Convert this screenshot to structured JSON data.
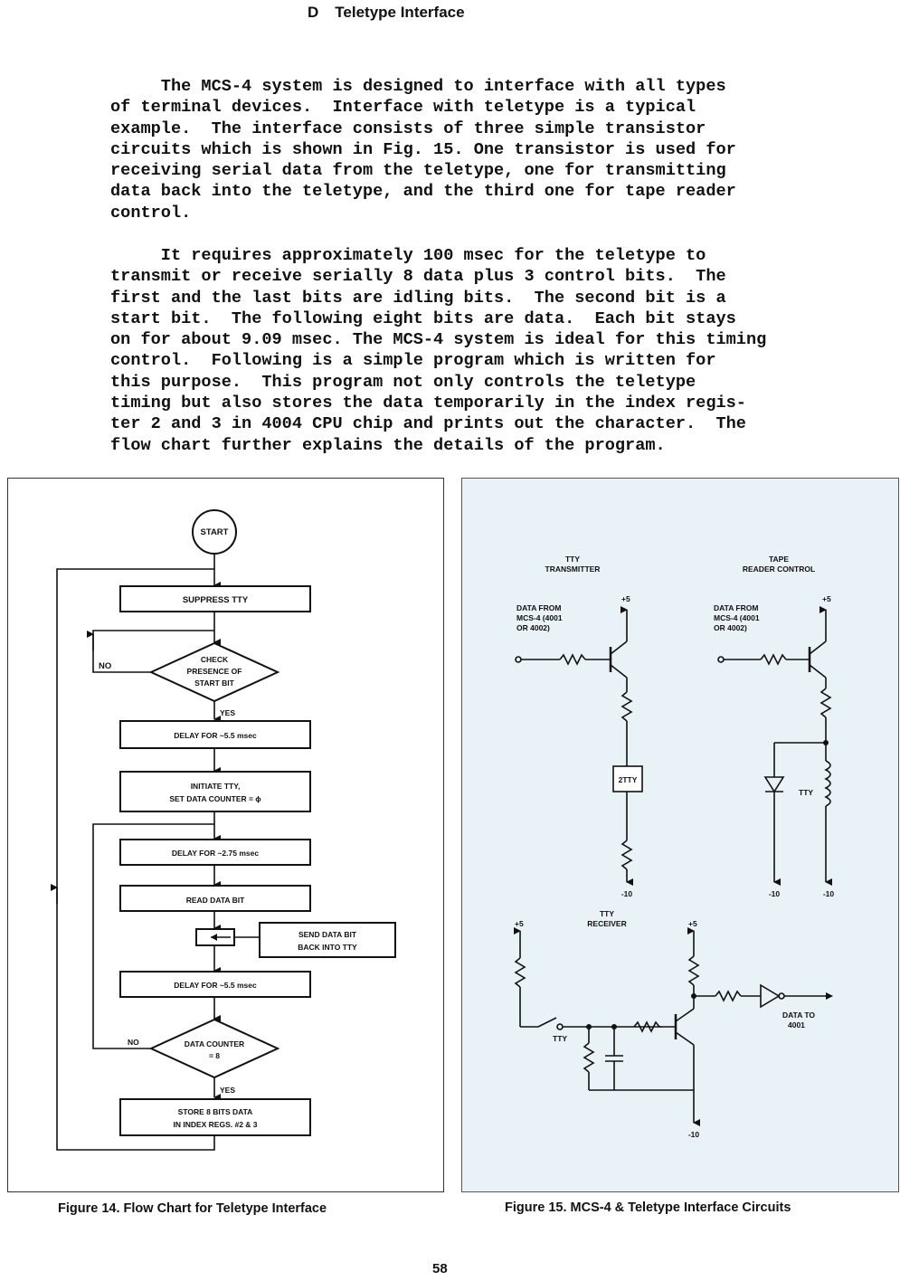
{
  "header": {
    "letter": "D",
    "title": "Teletype Interface"
  },
  "paragraphs": [
    "     The MCS-4 system is designed to interface with all types\nof terminal devices.  Interface with teletype is a typical\nexample.  The interface consists of three simple transistor\ncircuits which is shown in Fig. 15. One transistor is used for\nreceiving serial data from the teletype, one for transmitting\ndata back into the teletype, and the third one for tape reader\ncontrol.",
    "     It requires approximately 100 msec for the teletype to\ntransmit or receive serially 8 data plus 3 control bits.  The\nfirst and the last bits are idling bits.  The second bit is a\nstart bit.  The following eight bits are data.  Each bit stays\non for about 9.09 msec. The MCS-4 system is ideal for this timing\ncontrol.  Following is a simple program which is written for\nthis purpose.  This program not only controls the teletype\ntiming but also stores the data temporarily in the index regis-\nter 2 and 3 in 4004 CPU chip and prints out the character.  The\nflow chart further explains the details of the program."
  ],
  "flowchart": {
    "start": "START",
    "suppress": "SUPPRESS TTY",
    "check": [
      "CHECK",
      "PRESENCE OF",
      "START BIT"
    ],
    "no1": "NO",
    "yes1": "YES",
    "delay1": "DELAY FOR ~5.5 msec",
    "initiate": [
      "INITIATE TTY,",
      "SET DATA COUNTER = ϕ"
    ],
    "delay2": "DELAY FOR ~2.75 msec",
    "read": "READ DATA BIT",
    "send": [
      "SEND DATA BIT",
      "BACK INTO TTY"
    ],
    "delay3": "DELAY FOR ~5.5 msec",
    "counter": [
      "DATA COUNTER",
      "= 8"
    ],
    "no2": "NO",
    "yes2": "YES",
    "store": [
      "STORE 8 BITS DATA",
      "IN INDEX REGS. #2 & 3"
    ]
  },
  "circuit": {
    "tx_title": [
      "TTY",
      "TRANSMITTER"
    ],
    "tape_title": [
      "TAPE",
      "READER CONTROL"
    ],
    "tx_source": [
      "DATA FROM",
      "MCS-4 (4001",
      "OR 4002)"
    ],
    "tape_source": [
      "DATA FROM",
      "MCS-4 (4001",
      "OR 4002)"
    ],
    "plus5": "+5",
    "minus10": "-10",
    "ttybox": "2TTY",
    "tty": "TTY",
    "rx_title": [
      "TTY",
      "RECEIVER"
    ],
    "data_to": [
      "DATA TO",
      "4001"
    ]
  },
  "captions": {
    "fig14": "Figure 14.   Flow Chart for Teletype Interface",
    "fig15": "Figure 15.  MCS-4 & Teletype Interface Circuits"
  },
  "page_number": "58"
}
